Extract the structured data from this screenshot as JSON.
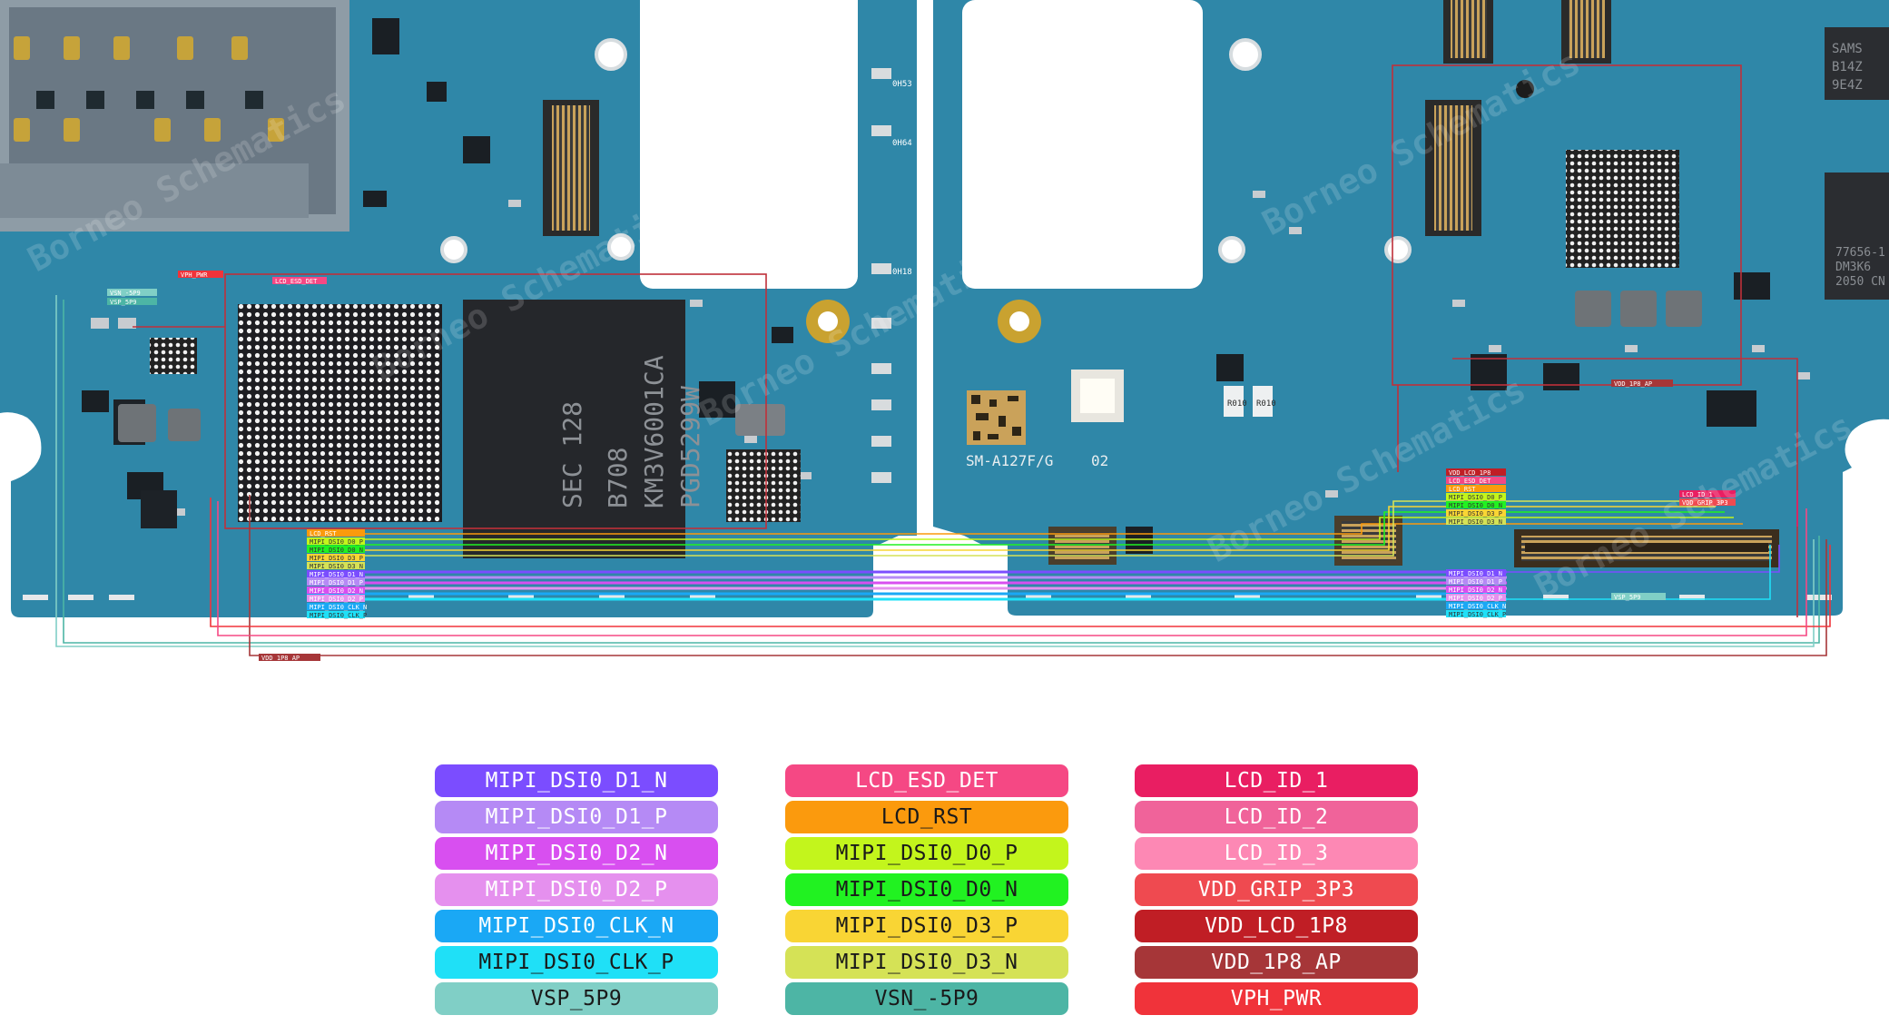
{
  "board": {
    "model_label": "SM-A127F/G",
    "revision_label": "02",
    "mem_chip_lines": [
      "SEC 128",
      "B708",
      "KM3V6001CA",
      "PGD5299W"
    ],
    "rf_chip_lines": [
      "77656-1",
      "DM3K6",
      "2050 CN"
    ],
    "side_chip_lines": [
      "SAMS",
      "B14Z",
      "9E4Z"
    ],
    "resistor_labels": [
      "R010",
      "R010"
    ],
    "test_point_labels": [
      "0H53",
      "0H64",
      "0H18"
    ],
    "watermark": "Borneo Schematics"
  },
  "colors": {
    "board": "#2f87a8",
    "board_dark": "#246e8c",
    "trace_box": "#c0303a",
    "connector": "#8a6a3a"
  },
  "signal_labels": {
    "left_top": [
      "VSN_-5P9",
      "VSP_5P9",
      "VPH_PWR",
      "LCD_ESD_DET"
    ],
    "left_column": [
      "LCD_RST",
      "MIPI_DSI0_D0_P",
      "MIPI_DSI0_D0_N",
      "MIPI_DSI0_D3_P",
      "MIPI_DSI0_D3_N",
      "MIPI_DSI0_D1_N",
      "MIPI_DSI0_D1_P",
      "MIPI_DSI0_D2_N",
      "MIPI_DSI0_D2_P",
      "MIPI_DSI0_CLK_N",
      "MIPI_DSI0_CLK_P"
    ],
    "left_bottom": "VDD_1P8_AP",
    "right_column_top": [
      "VDD_LCD_1P8",
      "LCD_ESD_DET",
      "LCD_RST",
      "MIPI_DSI0_D0_P",
      "MIPI_DSI0_D0_N",
      "MIPI_DSI0_D3_P",
      "MIPI_DSI0_D3_N"
    ],
    "right_column_bottom": [
      "MIPI_DSI0_D1_N",
      "MIPI_DSI0_D1_P",
      "MIPI_DSI0_D2_N",
      "MIPI_DSI0_D2_P",
      "MIPI_DSI0_CLK_N",
      "MIPI_DSI0_CLK_P"
    ],
    "right_misc": [
      "VDD_1P8_AP",
      "LCD_ID_1",
      "VDD_GRIP_3P3",
      "VSP_5P9"
    ]
  },
  "legend": [
    [
      {
        "label": "MIPI_DSI0_D1_N",
        "color": "#7b4dff",
        "text": "light"
      },
      {
        "label": "MIPI_DSI0_D1_P",
        "color": "#b58af5",
        "text": "light"
      },
      {
        "label": "MIPI_DSI0_D2_N",
        "color": "#d84ff0",
        "text": "light"
      },
      {
        "label": "MIPI_DSI0_D2_P",
        "color": "#e590ee",
        "text": "light"
      },
      {
        "label": "MIPI_DSI0_CLK_N",
        "color": "#1aa8f5",
        "text": "light"
      },
      {
        "label": "MIPI_DSI0_CLK_P",
        "color": "#1fe0f7",
        "text": "dark"
      },
      {
        "label": "VSP_5P9",
        "color": "#80cfc6",
        "text": "dark"
      }
    ],
    [
      {
        "label": "LCD_ESD_DET",
        "color": "#f54884",
        "text": "light"
      },
      {
        "label": "LCD_RST",
        "color": "#fb9a0d",
        "text": "dark"
      },
      {
        "label": "MIPI_DSI0_D0_P",
        "color": "#c3f51c",
        "text": "dark"
      },
      {
        "label": "MIPI_DSI0_D0_N",
        "color": "#21f221",
        "text": "dark"
      },
      {
        "label": "MIPI_DSI0_D3_P",
        "color": "#f9d534",
        "text": "dark"
      },
      {
        "label": "MIPI_DSI0_D3_N",
        "color": "#d5e256",
        "text": "dark"
      },
      {
        "label": "VSN_-5P9",
        "color": "#4db5a5",
        "text": "dark"
      }
    ],
    [
      {
        "label": "LCD_ID_1",
        "color": "#e91e62",
        "text": "light"
      },
      {
        "label": "LCD_ID_2",
        "color": "#f0639a",
        "text": "light"
      },
      {
        "label": "LCD_ID_3",
        "color": "#fd88b4",
        "text": "light"
      },
      {
        "label": "VDD_GRIP_3P3",
        "color": "#ef4a50",
        "text": "light"
      },
      {
        "label": "VDD_LCD_1P8",
        "color": "#c01e25",
        "text": "light"
      },
      {
        "label": "VDD_1P8_AP",
        "color": "#a63638",
        "text": "light"
      },
      {
        "label": "VPH_PWR",
        "color": "#f0333a",
        "text": "light"
      }
    ]
  ]
}
